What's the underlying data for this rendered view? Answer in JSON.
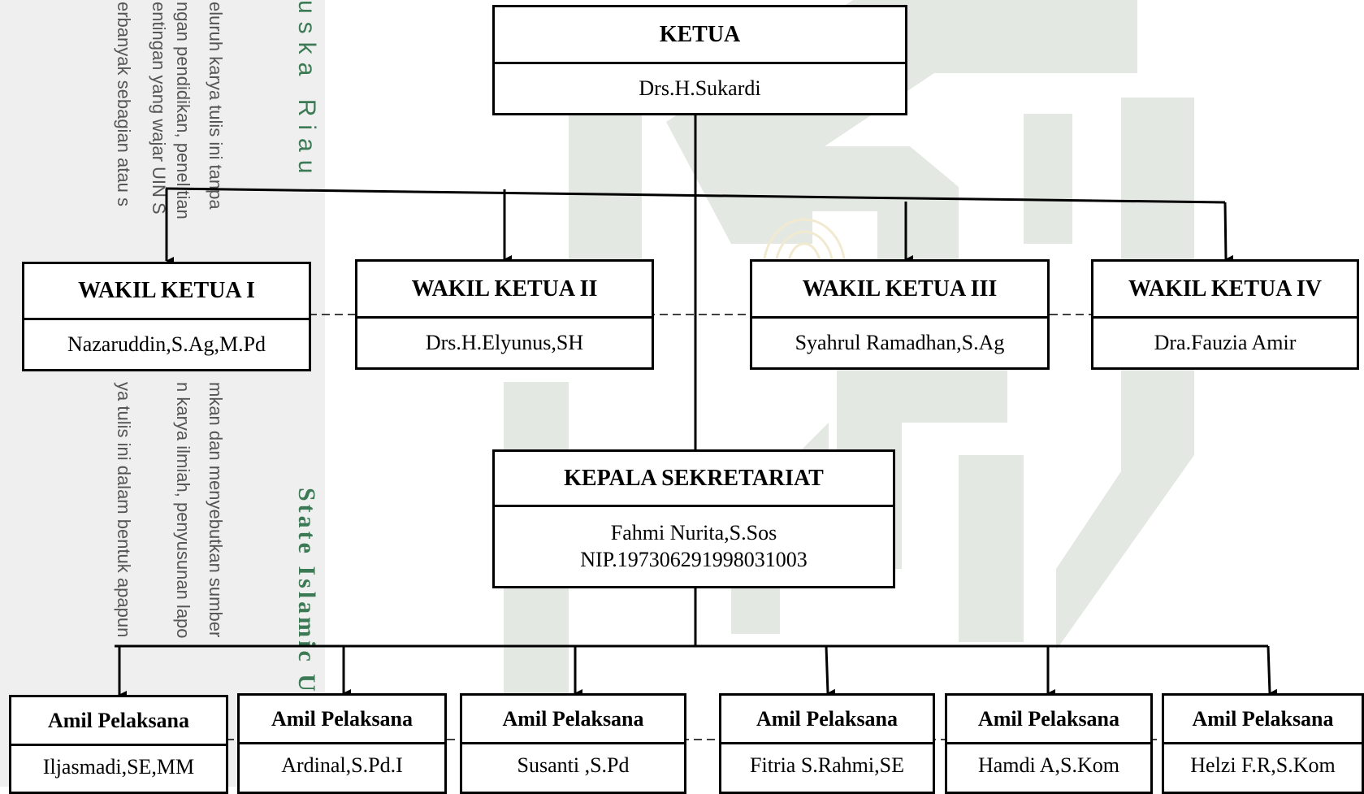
{
  "watermark": {
    "side_text_lines": [
      "eluruh karya tulis ini tanpa",
      "ngan pendidikan, penelitian",
      "entingan yang wajar UIN S",
      "erbanyak sebagian atau s"
    ],
    "side_text_lower": [
      "mkan dan menyebutkan sumber",
      "n karya ilmiah, penyusunan lapo",
      "",
      "ya tulis ini dalam bentuk apapun"
    ],
    "green_top": "uska Riau",
    "green_bottom": "State Islamic U"
  },
  "chart": {
    "ketua": {
      "title": "KETUA",
      "name": "Drs.H.Sukardi"
    },
    "wakil": [
      {
        "title": "WAKIL KETUA I",
        "name": "Nazaruddin,S.Ag,M.Pd"
      },
      {
        "title": "WAKIL KETUA II",
        "name": "Drs.H.Elyunus,SH"
      },
      {
        "title": "WAKIL KETUA III",
        "name": "Syahrul Ramadhan,S.Ag"
      },
      {
        "title": "WAKIL KETUA IV",
        "name": "Dra.Fauzia Amir"
      }
    ],
    "sekretariat": {
      "title": "KEPALA SEKRETARIAT",
      "name": "Fahmi Nurita,S.Sos",
      "nip": "NIP.197306291998031003"
    },
    "amil": [
      {
        "title": "Amil Pelaksana",
        "name": "Iljasmadi,SE,MM"
      },
      {
        "title": "Amil Pelaksana",
        "name": "Ardinal,S.Pd.I"
      },
      {
        "title": "Amil Pelaksana",
        "name": "Susanti ,S.Pd"
      },
      {
        "title": "Amil Pelaksana",
        "name": "Fitria S.Rahmi,SE"
      },
      {
        "title": "Amil Pelaksana",
        "name": "Hamdi A,S.Kom"
      },
      {
        "title": "Amil Pelaksana",
        "name": "Helzi F.R,S.Kom"
      }
    ]
  }
}
